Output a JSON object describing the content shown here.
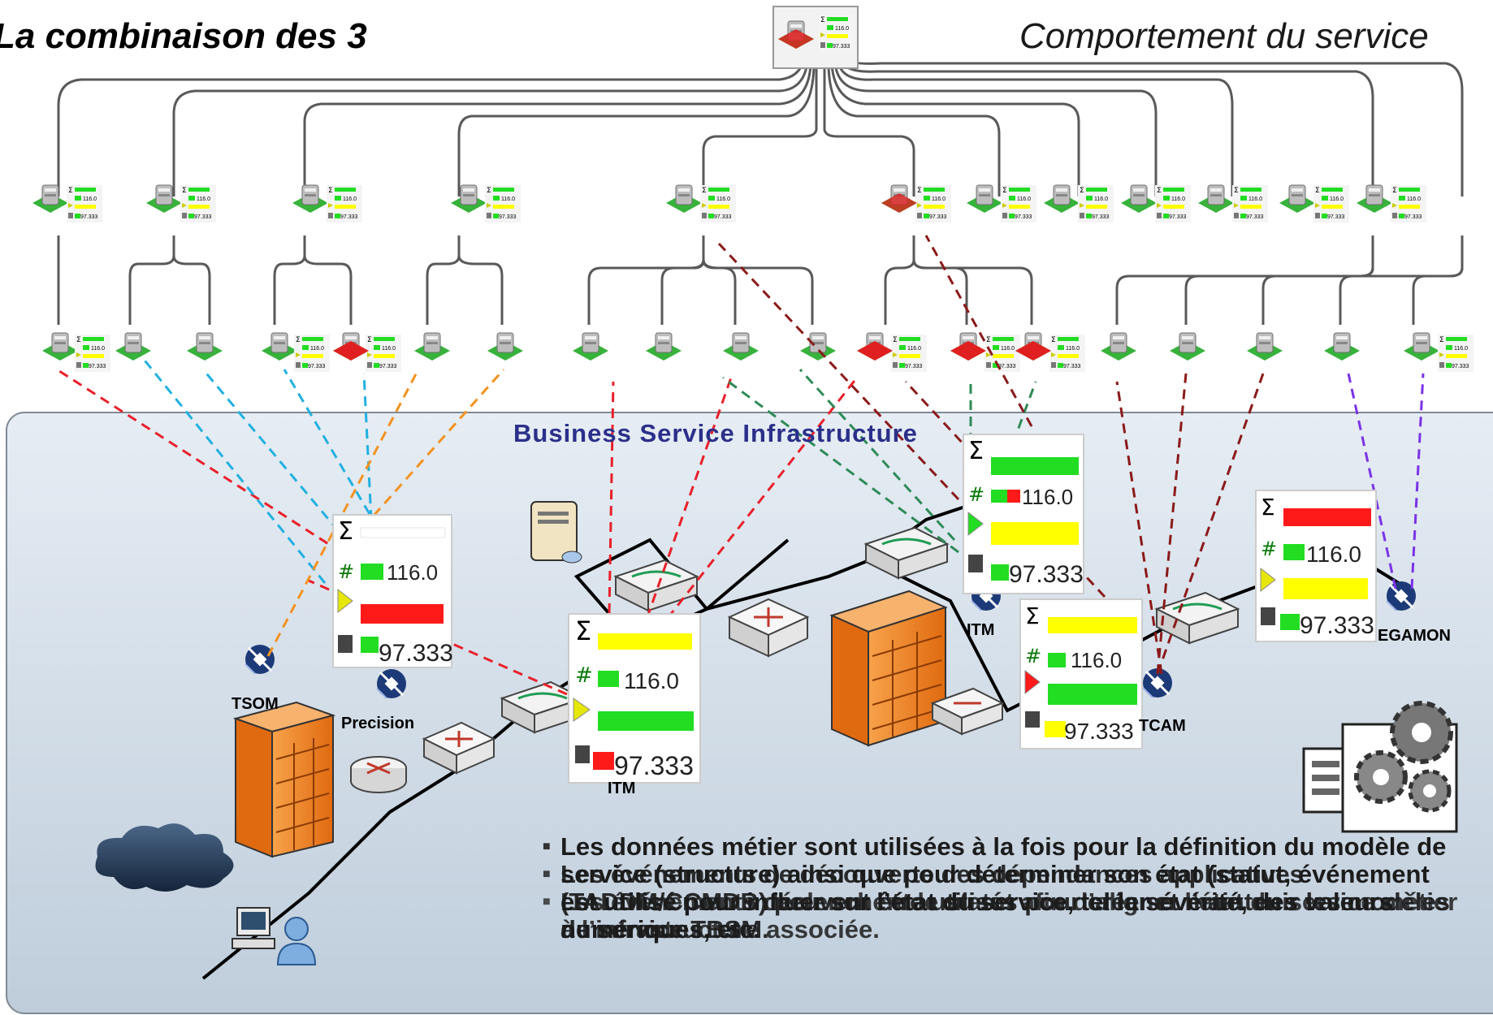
{
  "title_left": "La combinaison des 3",
  "title_right": "Comportement du service",
  "infrastructure_title": "Business Service Infrastructure",
  "status_values": {
    "v1": "116.0",
    "v2": "97.333"
  },
  "sources": {
    "tsom": "TSOM",
    "precision": "Precision",
    "itm_left": "ITM",
    "itm_right": "ITM",
    "tcam": "TCAM",
    "omegamon": "EGAMON"
  },
  "bullets": [
    "Les données métier sont utilisées à la fois pour la définition du modèle de service (structure) ainsi que pour déterminer son état (statut, événement est utilisé pour influer sur l’état du service, tel la sévérité, des valeurs numériques, etc.",
    "Les événements de découverte des dépendances applicatives (TADDM/CCMDB) peuvent être utilisés pour créer et maintenir les modèles de service TBSM.",
    "Les événements déclenchent le statut afin d’aligner l’état du service métier à l’infrastructure associée."
  ],
  "colors": {
    "red": "#ff1a1a",
    "yellow": "#ffff00",
    "green": "#22dd22",
    "panel": "#d3dde8",
    "link_red": "#e8202a",
    "link_cyan": "#22b0e0",
    "link_orange": "#f39220",
    "link_green": "#2e8b57",
    "link_dark_red": "#8b1a1a",
    "link_purple": "#7a33e6"
  },
  "icons": [
    "server-icon",
    "gear-icon",
    "firewall-icon",
    "router-icon",
    "switch-icon",
    "cloud-icon",
    "user-icon",
    "satellite-icon",
    "package-icon",
    "document-icon"
  ]
}
